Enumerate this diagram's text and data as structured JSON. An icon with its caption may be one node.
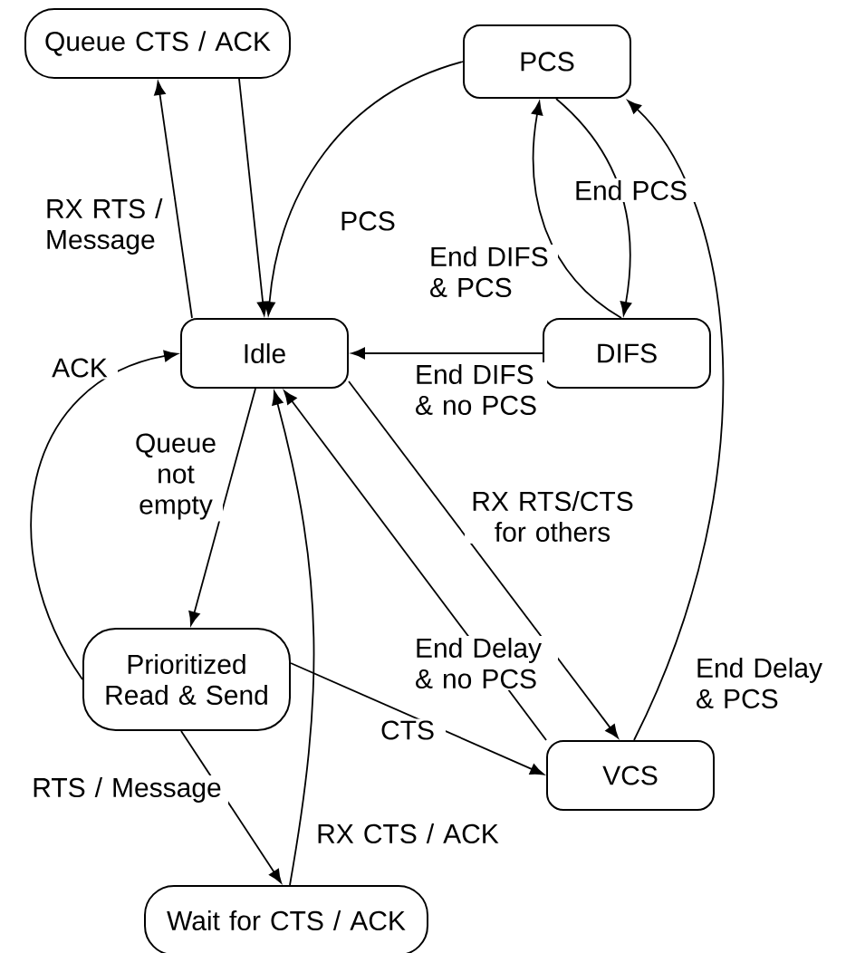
{
  "diagram": {
    "nodes": [
      {
        "text": [
          "Queue CTS / ACK"
        ]
      },
      {
        "text": [
          "PCS"
        ]
      },
      {
        "text": [
          "Idle"
        ]
      },
      {
        "text": [
          "DIFS"
        ]
      },
      {
        "text": [
          "Prioritized Read & Send"
        ]
      },
      {
        "text": [
          "VCS"
        ]
      },
      {
        "text": [
          "Wait for CTS / ACK"
        ]
      }
    ],
    "edges": [
      {
        "from": 2,
        "to": 0,
        "arrow": "to",
        "label": "RX RTS / Message"
      },
      {
        "from": 0,
        "to": 2,
        "arrow": "to"
      },
      {
        "from": 1,
        "to": 2,
        "arrow": "to",
        "label": "PCS"
      },
      {
        "from": 1,
        "to": 3,
        "arrow": "to",
        "label": "End PCS"
      },
      {
        "from": 3,
        "to": 1,
        "arrow": "to",
        "label": "End DIFS & PCS"
      },
      {
        "from": 3,
        "to": 2,
        "arrow": "to",
        "label": "End DIFS & no PCS"
      },
      {
        "from": 2,
        "to": 4,
        "arrow": "to",
        "label": "Queue not empty"
      },
      {
        "from": 4,
        "to": 2,
        "arrow": "to",
        "label": "ACK"
      },
      {
        "from": 2,
        "to": 5,
        "arrow": "to",
        "label": "RX RTS/CTS for others"
      },
      {
        "from": 5,
        "to": 2,
        "arrow": "to",
        "label": "End Delay & no PCS"
      },
      {
        "from": 4,
        "to": 5,
        "arrow": "to",
        "label": "CTS"
      },
      {
        "from": 4,
        "to": 6,
        "arrow": "to",
        "label": "RTS / Message"
      },
      {
        "from": 6,
        "to": 2,
        "arrow": "to",
        "label": "RX CTS / ACK"
      },
      {
        "from": 5,
        "to": 1,
        "arrow": "to",
        "label": "End Delay & PCS"
      }
    ]
  }
}
